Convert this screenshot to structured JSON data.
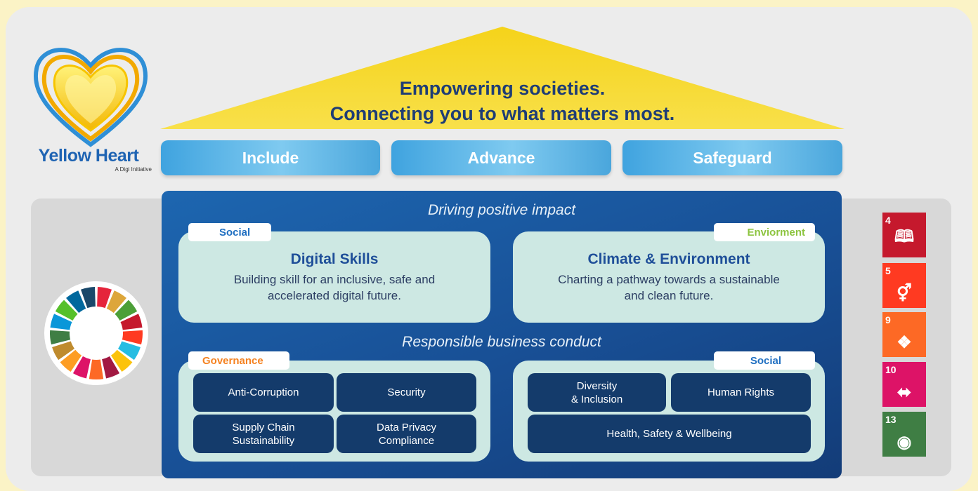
{
  "logo": {
    "name": "Yellow Heart",
    "tagline": "A Digi Initiative"
  },
  "roof": {
    "line1": "Empowering societies.",
    "line2": "Connecting you to what matters most."
  },
  "pillars": [
    "Include",
    "Advance",
    "Safeguard"
  ],
  "impact": {
    "heading": "Driving positive impact",
    "left": {
      "tag": "Social",
      "title": "Digital Skills",
      "desc1": "Building skill for an inclusive, safe and",
      "desc2": "accelerated digital future."
    },
    "right": {
      "tag": "Enviorment",
      "title": "Climate & Environment",
      "desc1": "Charting a pathway towards a sustainable",
      "desc2": "and clean future."
    }
  },
  "conduct": {
    "heading": "Responsible business conduct",
    "governance": {
      "tag": "Governance",
      "items": [
        "Anti-Corruption",
        "Security",
        "Supply Chain\nSustainability",
        "Data Privacy\nCompliance"
      ]
    },
    "social": {
      "tag": "Social",
      "items": [
        "Diversity\n& Inclusion",
        "Human Rights",
        "Health, Safety & Wellbeing"
      ]
    }
  },
  "sdgs": [
    {
      "num": "4",
      "icon": "book-icon",
      "color": "#c5192d"
    },
    {
      "num": "5",
      "icon": "gender-equality-icon",
      "color": "#ff3a21"
    },
    {
      "num": "9",
      "icon": "cubes-icon",
      "color": "#fd6925"
    },
    {
      "num": "10",
      "icon": "reduced-inequality-icon",
      "color": "#dd1367"
    },
    {
      "num": "13",
      "icon": "eye-globe-icon",
      "color": "#3f7e44"
    }
  ],
  "colors": {
    "accent_yellow": "#f6d21a",
    "pillar_blue": "#4aa6dc",
    "panel_blue": "#184f95",
    "card_mint": "#cde8e3",
    "box_navy": "#143b6b",
    "tag_social": "#1f6fc1",
    "tag_environment": "#8cc43f",
    "tag_governance": "#f58220"
  }
}
